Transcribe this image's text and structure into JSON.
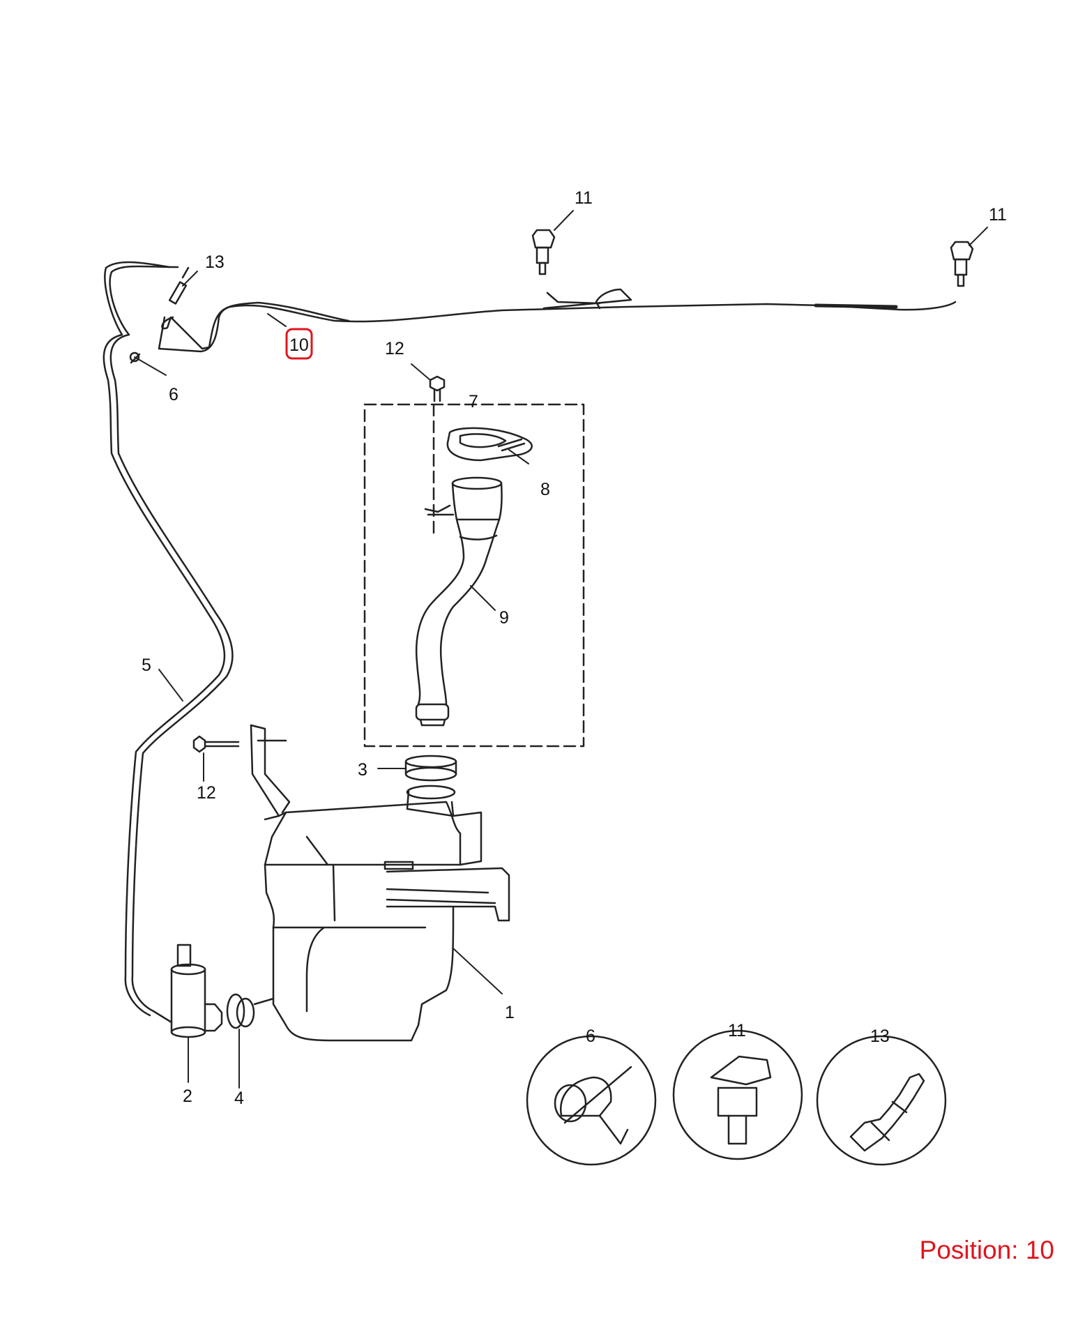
{
  "callouts": {
    "c1": "1",
    "c2": "2",
    "c3": "3",
    "c4": "4",
    "c5": "5",
    "c6": "6",
    "c7": "7",
    "c8": "8",
    "c9": "9",
    "c10": "10",
    "c11a": "11",
    "c11b": "11",
    "c12a": "12",
    "c12b": "12",
    "c13": "13"
  },
  "details": {
    "d6": "6",
    "d11": "11",
    "d13": "13"
  },
  "position": {
    "label": "Position: 10",
    "highlight_color": "#e0141c"
  }
}
